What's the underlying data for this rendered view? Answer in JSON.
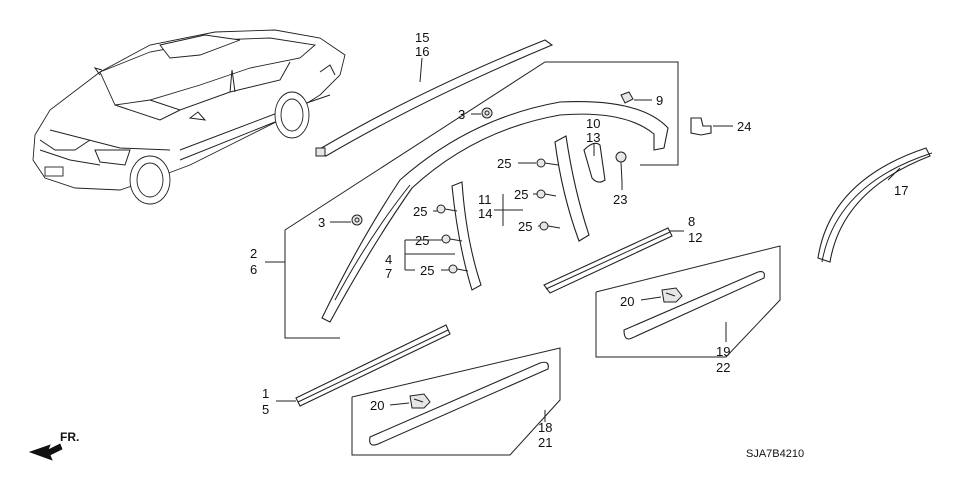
{
  "callouts": {
    "c15": "15",
    "c16": "16",
    "c3a": "3",
    "c3b": "3",
    "c9": "9",
    "c10": "10",
    "c13": "13",
    "c24": "24",
    "c17": "17",
    "c25a": "25",
    "c25b": "25",
    "c25c": "25",
    "c25d": "25",
    "c25e": "25",
    "c25f": "25",
    "c11": "11",
    "c14": "14",
    "c23": "23",
    "c2": "2",
    "c6": "6",
    "c4": "4",
    "c7": "7",
    "c8": "8",
    "c12": "12",
    "c20a": "20",
    "c20b": "20",
    "c19": "19",
    "c22": "22",
    "c1": "1",
    "c5": "5",
    "c18": "18",
    "c21": "21"
  },
  "front_marker": "FR.",
  "diagram_code": "SJA7B4210"
}
